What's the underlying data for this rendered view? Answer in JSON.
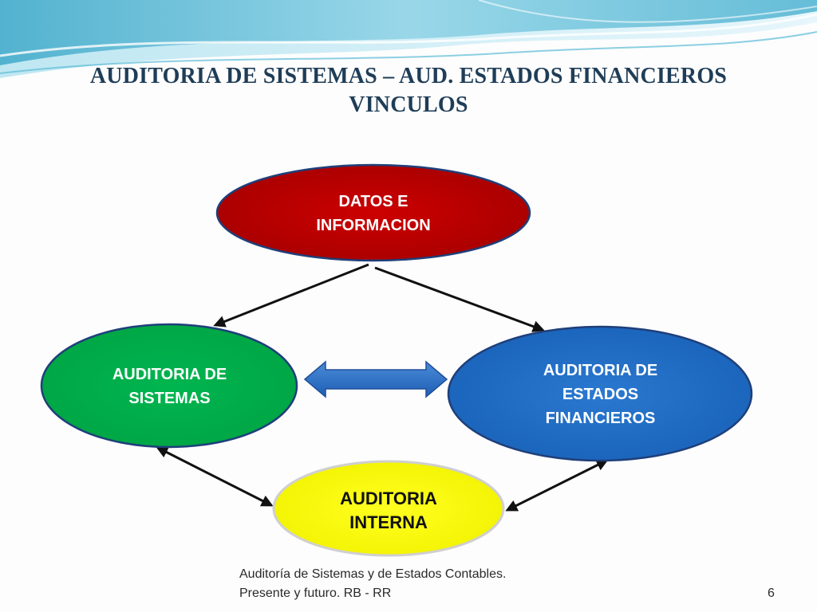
{
  "slide": {
    "title_line1": "AUDITORIA DE SISTEMAS – AUD. ESTADOS FINANCIEROS",
    "title_line2": "VINCULOS"
  },
  "nodes": {
    "datos": {
      "line1": "DATOS E",
      "line2": "INFORMACION",
      "color": "#c00000"
    },
    "sistemas": {
      "line1": "AUDITORIA DE",
      "line2": "SISTEMAS",
      "color": "#00b050"
    },
    "estados": {
      "line1": "AUDITORIA DE",
      "line2": "ESTADOS",
      "line3": "FINANCIEROS",
      "color": "#1f6fc5"
    },
    "interna": {
      "line1": "AUDITORIA",
      "line2": "INTERNA",
      "color": "#ffff00"
    }
  },
  "footer": {
    "line1": "Auditoría de Sistemas y  de Estados Contables.",
    "line2": "Presente y futuro. RB - RR",
    "page": "6"
  },
  "colors": {
    "outline": "#1f3f7a",
    "title": "#1f3d57",
    "arrow": "#111111",
    "double_arrow": "#2f6ec6"
  }
}
